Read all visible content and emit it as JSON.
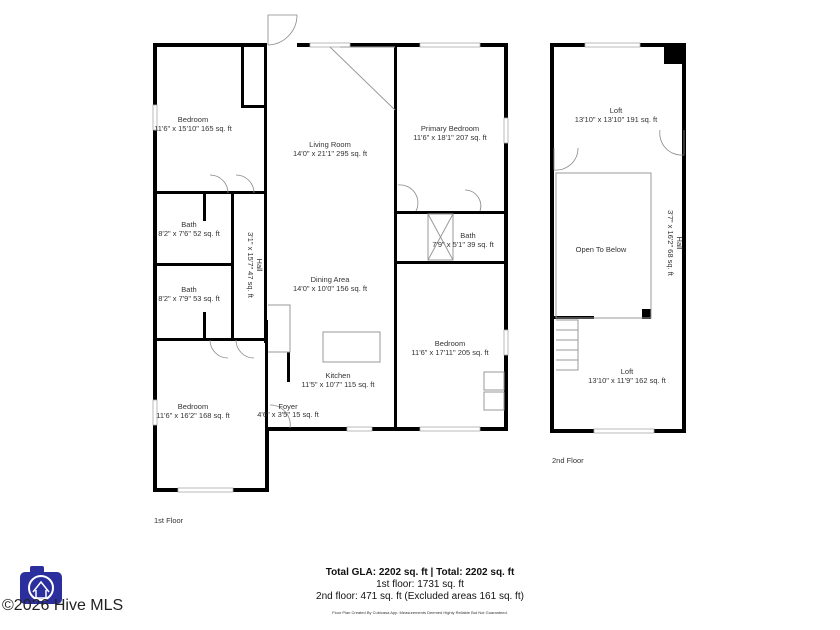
{
  "first_floor": {
    "label": "1st Floor",
    "rooms": [
      {
        "name": "Bedroom",
        "dims": "11'6\" x 15'10\" 165 sq. ft"
      },
      {
        "name": "Living Room",
        "dims": "14'0\" x 21'1\" 295 sq. ft"
      },
      {
        "name": "Primary Bedroom",
        "dims": "11'6\" x 18'1\" 207 sq. ft"
      },
      {
        "name": "Bath",
        "dims": "8'2\" x 7'6\" 52 sq. ft"
      },
      {
        "name": "Hall",
        "dims": "3'1\" x 15'7\" 47 sq. ft"
      },
      {
        "name": "Bath",
        "dims": "7'9\" x 5'1\" 39 sq. ft"
      },
      {
        "name": "Dining Area",
        "dims": "14'0\" x 10'0\" 156 sq. ft"
      },
      {
        "name": "Bath",
        "dims": "8'2\" x 7'9\" 53 sq. ft"
      },
      {
        "name": "Bedroom",
        "dims": "11'6\" x 17'11\" 205 sq. ft"
      },
      {
        "name": "Kitchen",
        "dims": "11'5\" x 10'7\" 115 sq. ft"
      },
      {
        "name": "Bedroom",
        "dims": "11'6\" x 16'2\" 168 sq. ft"
      },
      {
        "name": "Foyer",
        "dims": "4'6\" x 3'5\" 15 sq. ft"
      }
    ]
  },
  "second_floor": {
    "label": "2nd Floor",
    "rooms": [
      {
        "name": "Loft",
        "dims": "13'10\" x 13'10\" 191 sq. ft"
      },
      {
        "name": "Open To Below",
        "dims": ""
      },
      {
        "name": "Hall",
        "dims": "3'7\" x 16'2\" 68 sq. ft"
      },
      {
        "name": "Loft",
        "dims": "13'10\" x 11'9\" 162 sq. ft"
      }
    ]
  },
  "summary": {
    "total": "Total GLA: 2202 sq. ft | Total: 2202 sq. ft",
    "first": "1st floor: 1731 sq. ft",
    "second": "2nd floor: 471 sq. ft (Excluded areas 161 sq. ft)",
    "disclaimer": "Floor Plan Created By Cubicasa App. Measurements Deemed Highly Reliable But Not Guaranteed."
  },
  "watermark": {
    "text": "©2026 Hive MLS",
    "logo_color": "#2b2f9e"
  }
}
